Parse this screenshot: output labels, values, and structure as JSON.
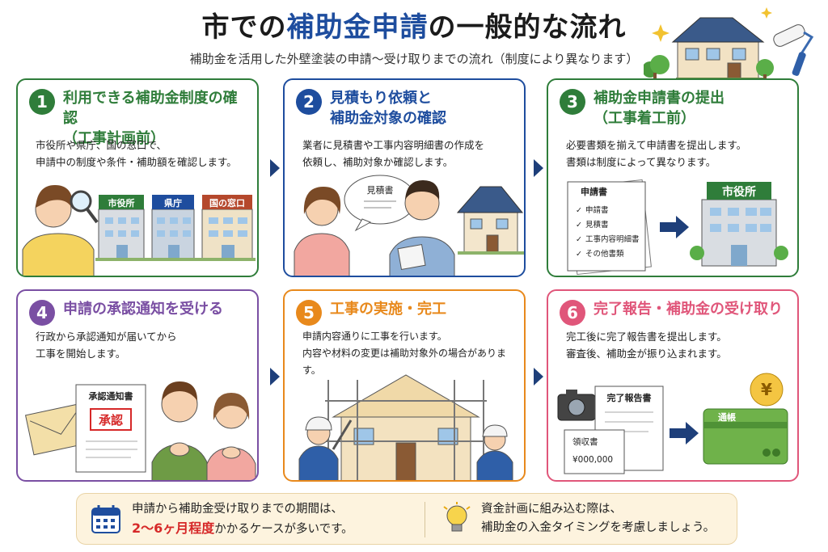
{
  "header": {
    "title_pre": "市での",
    "title_hl": "補助金申請",
    "title_post": "の一般的な流れ",
    "subtitle": "補助金を活用した外壁塗装の申請〜受け取りまでの流れ（制度により異なります）"
  },
  "colors": {
    "step1": "#2f7d3a",
    "step2": "#1e4d9e",
    "step3": "#2f7d3a",
    "step4": "#7a4fa3",
    "step5": "#e8891c",
    "step6": "#e0567a",
    "arrow": "#1e3f7a",
    "footer_bg": "#fdf3de",
    "footer_highlight": "#d62828"
  },
  "steps": [
    {
      "num": "1",
      "title1": "利用できる補助金制度の確認",
      "title2": "（工事計画前）",
      "desc1": "市役所や県庁、国の窓口で、",
      "desc2": "申請中の制度や条件・補助額を確認します。",
      "labels": [
        "市役所",
        "県庁",
        "国の窓口"
      ]
    },
    {
      "num": "2",
      "title1": "見積もり依頼と",
      "title2": "補助金対象の確認",
      "desc1": "業者に見積書や工事内容明細書の作成を",
      "desc2": "依頼し、補助対象か確認します。",
      "bubble": "見積書"
    },
    {
      "num": "3",
      "title1": "補助金申請書の提出",
      "title2": "（工事着工前）",
      "desc1": "必要書類を揃えて申請書を提出します。",
      "desc2": "書類は制度によって異なります。",
      "doc_title": "申請書",
      "doc_items": [
        "申請書",
        "見積書",
        "工事内容明細書",
        "その他書類"
      ],
      "office": "市役所"
    },
    {
      "num": "4",
      "title1": "申請の承認通知を受ける",
      "desc1": "行政から承認通知が届いてから",
      "desc2": "工事を開始します。",
      "doc_title": "承認通知書",
      "stamp": "承認"
    },
    {
      "num": "5",
      "title1": "工事の実施・完工",
      "desc1": "申請内容通りに工事を行います。",
      "desc2": "内容や材料の変更は補助対象外の場合があります。"
    },
    {
      "num": "6",
      "title1": "完了報告・補助金の受け取り",
      "desc1": "完工後に完了報告書を提出します。",
      "desc2": "審査後、補助金が振り込まれます。",
      "report": "完了報告書",
      "receipt": "領収書",
      "amount": "¥000,000",
      "passbook": "通帳",
      "yen": "¥"
    }
  ],
  "footer": {
    "left1": "申請から補助金受け取りまでの期間は、",
    "left_hl": "2〜6ヶ月程度",
    "left2": "かかるケースが多いです。",
    "right1": "資金計画に組み込む際は、",
    "right2": "補助金の入金タイミングを考慮しましょう。"
  }
}
